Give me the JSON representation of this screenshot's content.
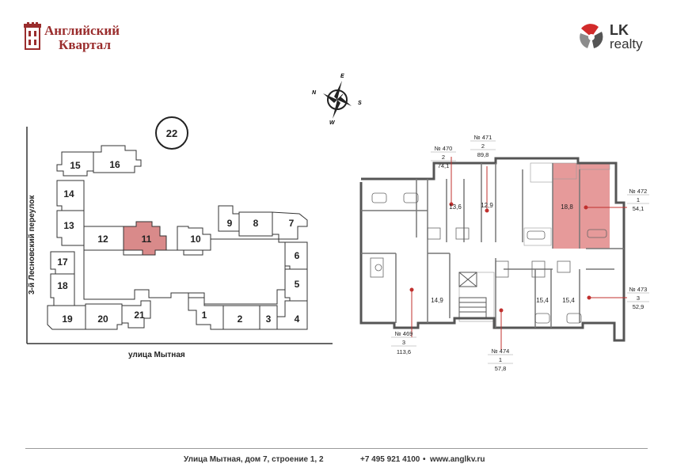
{
  "brand": {
    "name_line1": "Английский",
    "name_line2": "Квартал"
  },
  "partner": {
    "line1": "LK",
    "line2": "realty"
  },
  "compass": {
    "n": "N",
    "e": "E",
    "s": "S",
    "w": "W"
  },
  "site_plan": {
    "circle_label": "22",
    "street_left": "3-й Лесновский переулок",
    "street_bottom": "улица Мытная",
    "buildings": [
      "15",
      "16",
      "14",
      "13",
      "12",
      "11",
      "10",
      "9",
      "8",
      "7",
      "17",
      "6",
      "18",
      "5",
      "19",
      "20",
      "21",
      "1",
      "2",
      "3",
      "4"
    ],
    "highlighted_building": "11",
    "highlight_color": "#d98a8a"
  },
  "floor_plan": {
    "highlight_color": "#e69a9a",
    "room_areas": [
      "13,6",
      "12,9",
      "18,8",
      "14,9",
      "15,4",
      "15,4"
    ],
    "apartments": [
      {
        "number": "№ 470",
        "rooms": "2",
        "area": "74,1"
      },
      {
        "number": "№ 471",
        "rooms": "2",
        "area": "89,8"
      },
      {
        "number": "№ 472",
        "rooms": "1",
        "area": "54,1"
      },
      {
        "number": "№ 473",
        "rooms": "3",
        "area": "52,9"
      },
      {
        "number": "№ 469",
        "rooms": "3",
        "area": "113,6"
      },
      {
        "number": "№ 474",
        "rooms": "1",
        "area": "57,8"
      }
    ]
  },
  "footer": {
    "address": "Улица Мытная, дом 7, строение 1, 2",
    "phone": "+7 495 921 4100",
    "separator": "•",
    "website": "www.anglkv.ru"
  }
}
